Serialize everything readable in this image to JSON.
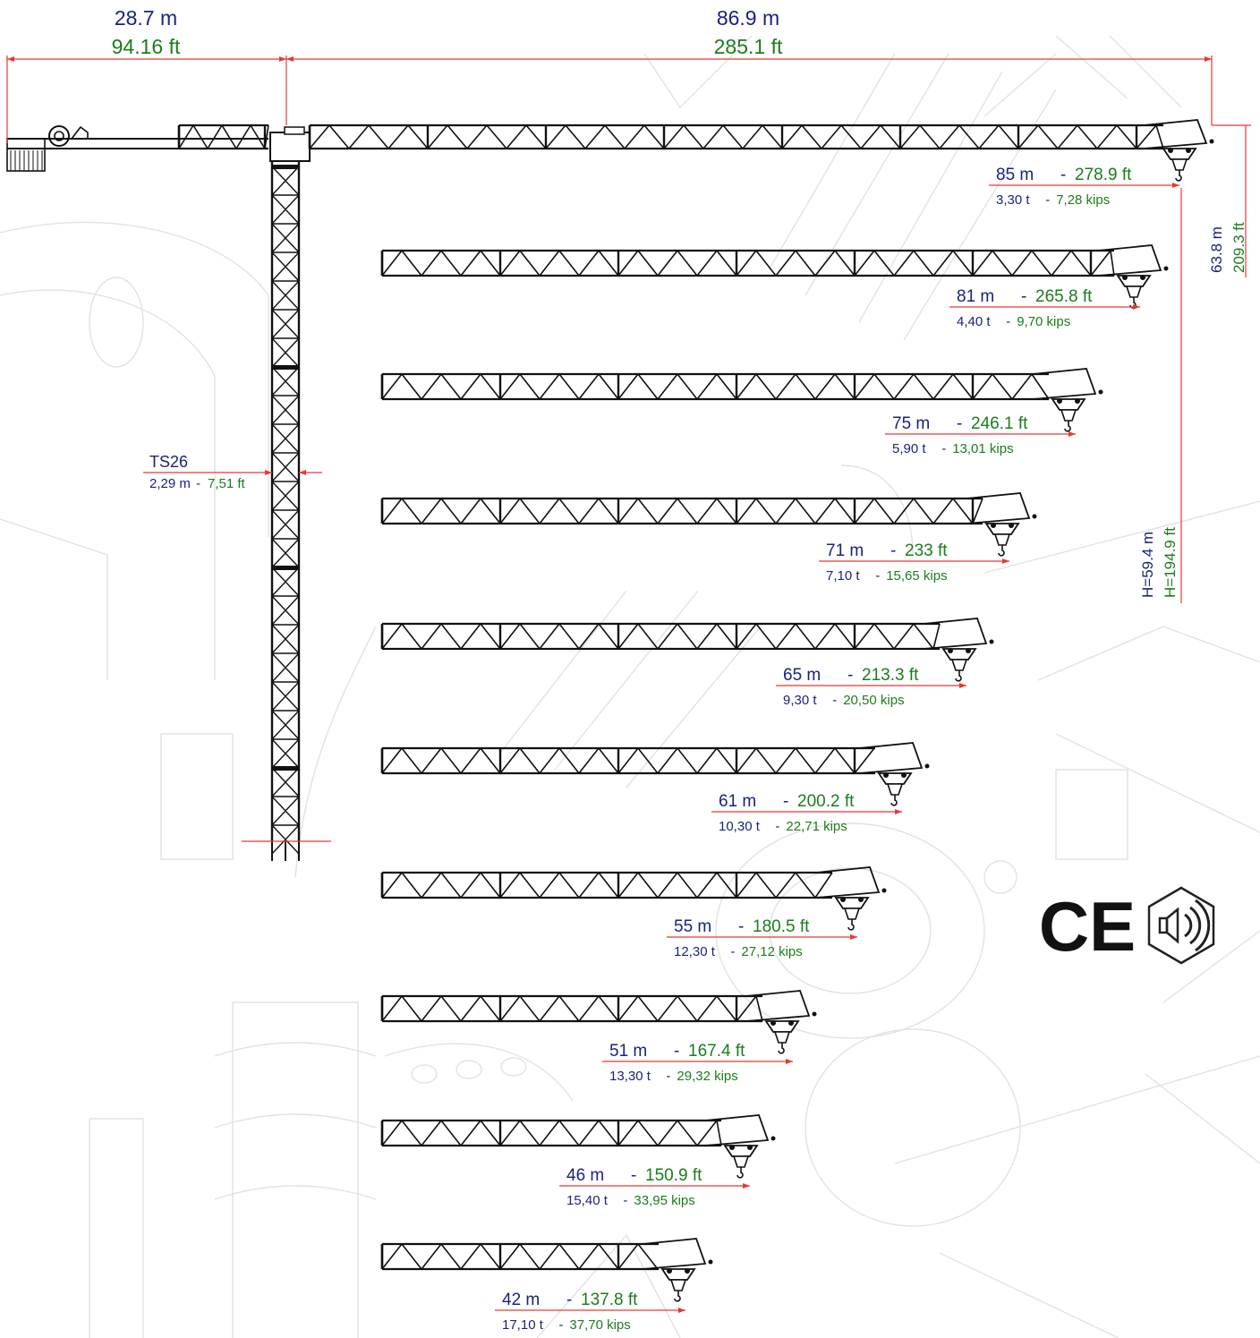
{
  "colors": {
    "metric": "#1a237e",
    "imperial": "#1b7d1b",
    "dimension_line": "#e53935",
    "structure": "#111111",
    "background_art": "#e2e2e2"
  },
  "dimensions": {
    "counter_jib": {
      "metric": "28.7 m",
      "imperial": "94.16 ft"
    },
    "jib": {
      "metric": "86.9 m",
      "imperial": "285.1 ft"
    },
    "overall_height": {
      "metric": "63.8 m",
      "imperial": "209.3 ft"
    },
    "hook_height": {
      "metric": "H=59.4 m",
      "imperial": "H=194.9 ft"
    }
  },
  "mast": {
    "name": "TS26",
    "width_metric": "2,29 m",
    "width_imperial": "7,51 ft"
  },
  "jibs": [
    {
      "reach_m": "85 m",
      "reach_ft": "278.9 ft",
      "load_t": "3,30 t",
      "load_kips": "7,28 kips"
    },
    {
      "reach_m": "81 m",
      "reach_ft": "265.8 ft",
      "load_t": "4,40 t",
      "load_kips": "9,70 kips"
    },
    {
      "reach_m": "75 m",
      "reach_ft": "246.1 ft",
      "load_t": "5,90 t",
      "load_kips": "13,01 kips"
    },
    {
      "reach_m": "71 m",
      "reach_ft": "233 ft",
      "load_t": "7,10 t",
      "load_kips": "15,65 kips"
    },
    {
      "reach_m": "65 m",
      "reach_ft": "213.3 ft",
      "load_t": "9,30 t",
      "load_kips": "20,50 kips"
    },
    {
      "reach_m": "61 m",
      "reach_ft": "200.2 ft",
      "load_t": "10,30 t",
      "load_kips": "22,71 kips"
    },
    {
      "reach_m": "55 m",
      "reach_ft": "180.5 ft",
      "load_t": "12,30 t",
      "load_kips": "27,12 kips"
    },
    {
      "reach_m": "51 m",
      "reach_ft": "167.4 ft",
      "load_t": "13,30 t",
      "load_kips": "29,32 kips"
    },
    {
      "reach_m": "46 m",
      "reach_ft": "150.9 ft",
      "load_t": "15,40 t",
      "load_kips": "33,95 kips"
    },
    {
      "reach_m": "42 m",
      "reach_ft": "137.8 ft",
      "load_t": "17,10 t",
      "load_kips": "37,70 kips"
    }
  ],
  "marks": {
    "ce": "CE",
    "noise_icon": "speaker-noise-icon"
  }
}
